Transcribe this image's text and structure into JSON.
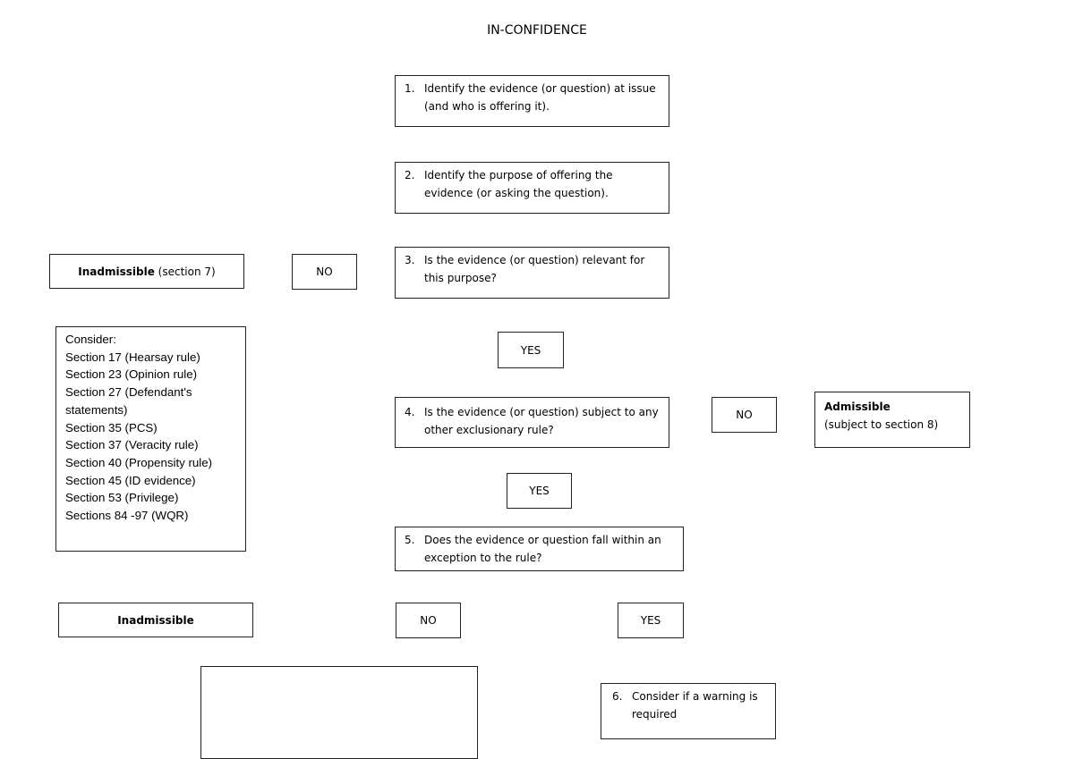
{
  "header": "IN-CONFIDENCE",
  "steps": [
    {
      "number": "1.",
      "text": "Identify the evidence (or question) at issue (and who is offering it)."
    },
    {
      "number": "2.",
      "text": "Identify the purpose of offering the evidence (or asking the question)."
    },
    {
      "number": "3.",
      "text": "Is the evidence (or question) relevant for this purpose?"
    },
    {
      "number": "4.",
      "text": "Is the evidence (or question) subject to any other exclusionary rule?"
    },
    {
      "number": "5.",
      "text": "Does the evidence or question fall within an exception to the rule?"
    },
    {
      "number": "6.",
      "text": "Consider if a warning is required"
    }
  ],
  "outcomes": {
    "inadmissible_s7": {
      "bold": "Inadmissible",
      "rest": " (section 7)"
    },
    "admissible": {
      "bold": "Admissible",
      "rest": "(subject to section 8)"
    },
    "inadmissible": "Inadmissible"
  },
  "answers": {
    "no_step3": "NO",
    "yes_step3": "YES",
    "no_step4": "NO",
    "yes_step4": "YES",
    "no_step5": "NO",
    "yes_step5": "YES"
  },
  "consider": {
    "heading": "Consider:",
    "items": [
      "Section 17 (Hearsay rule)",
      "Section 23 (Opinion rule)",
      "Section 27 (Defendant's",
      "statements)",
      "Section 35 (PCS)",
      "Section 37 (Veracity rule)",
      "Section 40 (Propensity rule)",
      "Section 45 (ID evidence)",
      "Section 53 (Privilege)",
      "Sections 84 -97 (WQR)"
    ]
  }
}
